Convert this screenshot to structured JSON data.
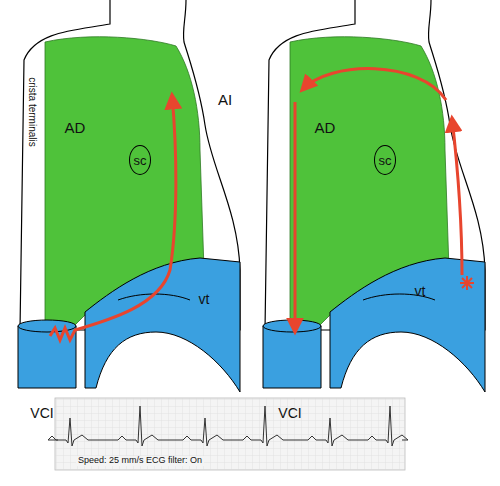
{
  "diagram": {
    "nodes": [
      {
        "text": [
          "sc"
        ]
      },
      {
        "text": [
          "sc"
        ]
      }
    ],
    "labels": [
      "crista terminalis",
      "AD",
      "AI",
      "vt",
      "VCI",
      "AD",
      "vt",
      "VCI",
      "Speed: 25 mm/s ECG filter: On"
    ]
  }
}
